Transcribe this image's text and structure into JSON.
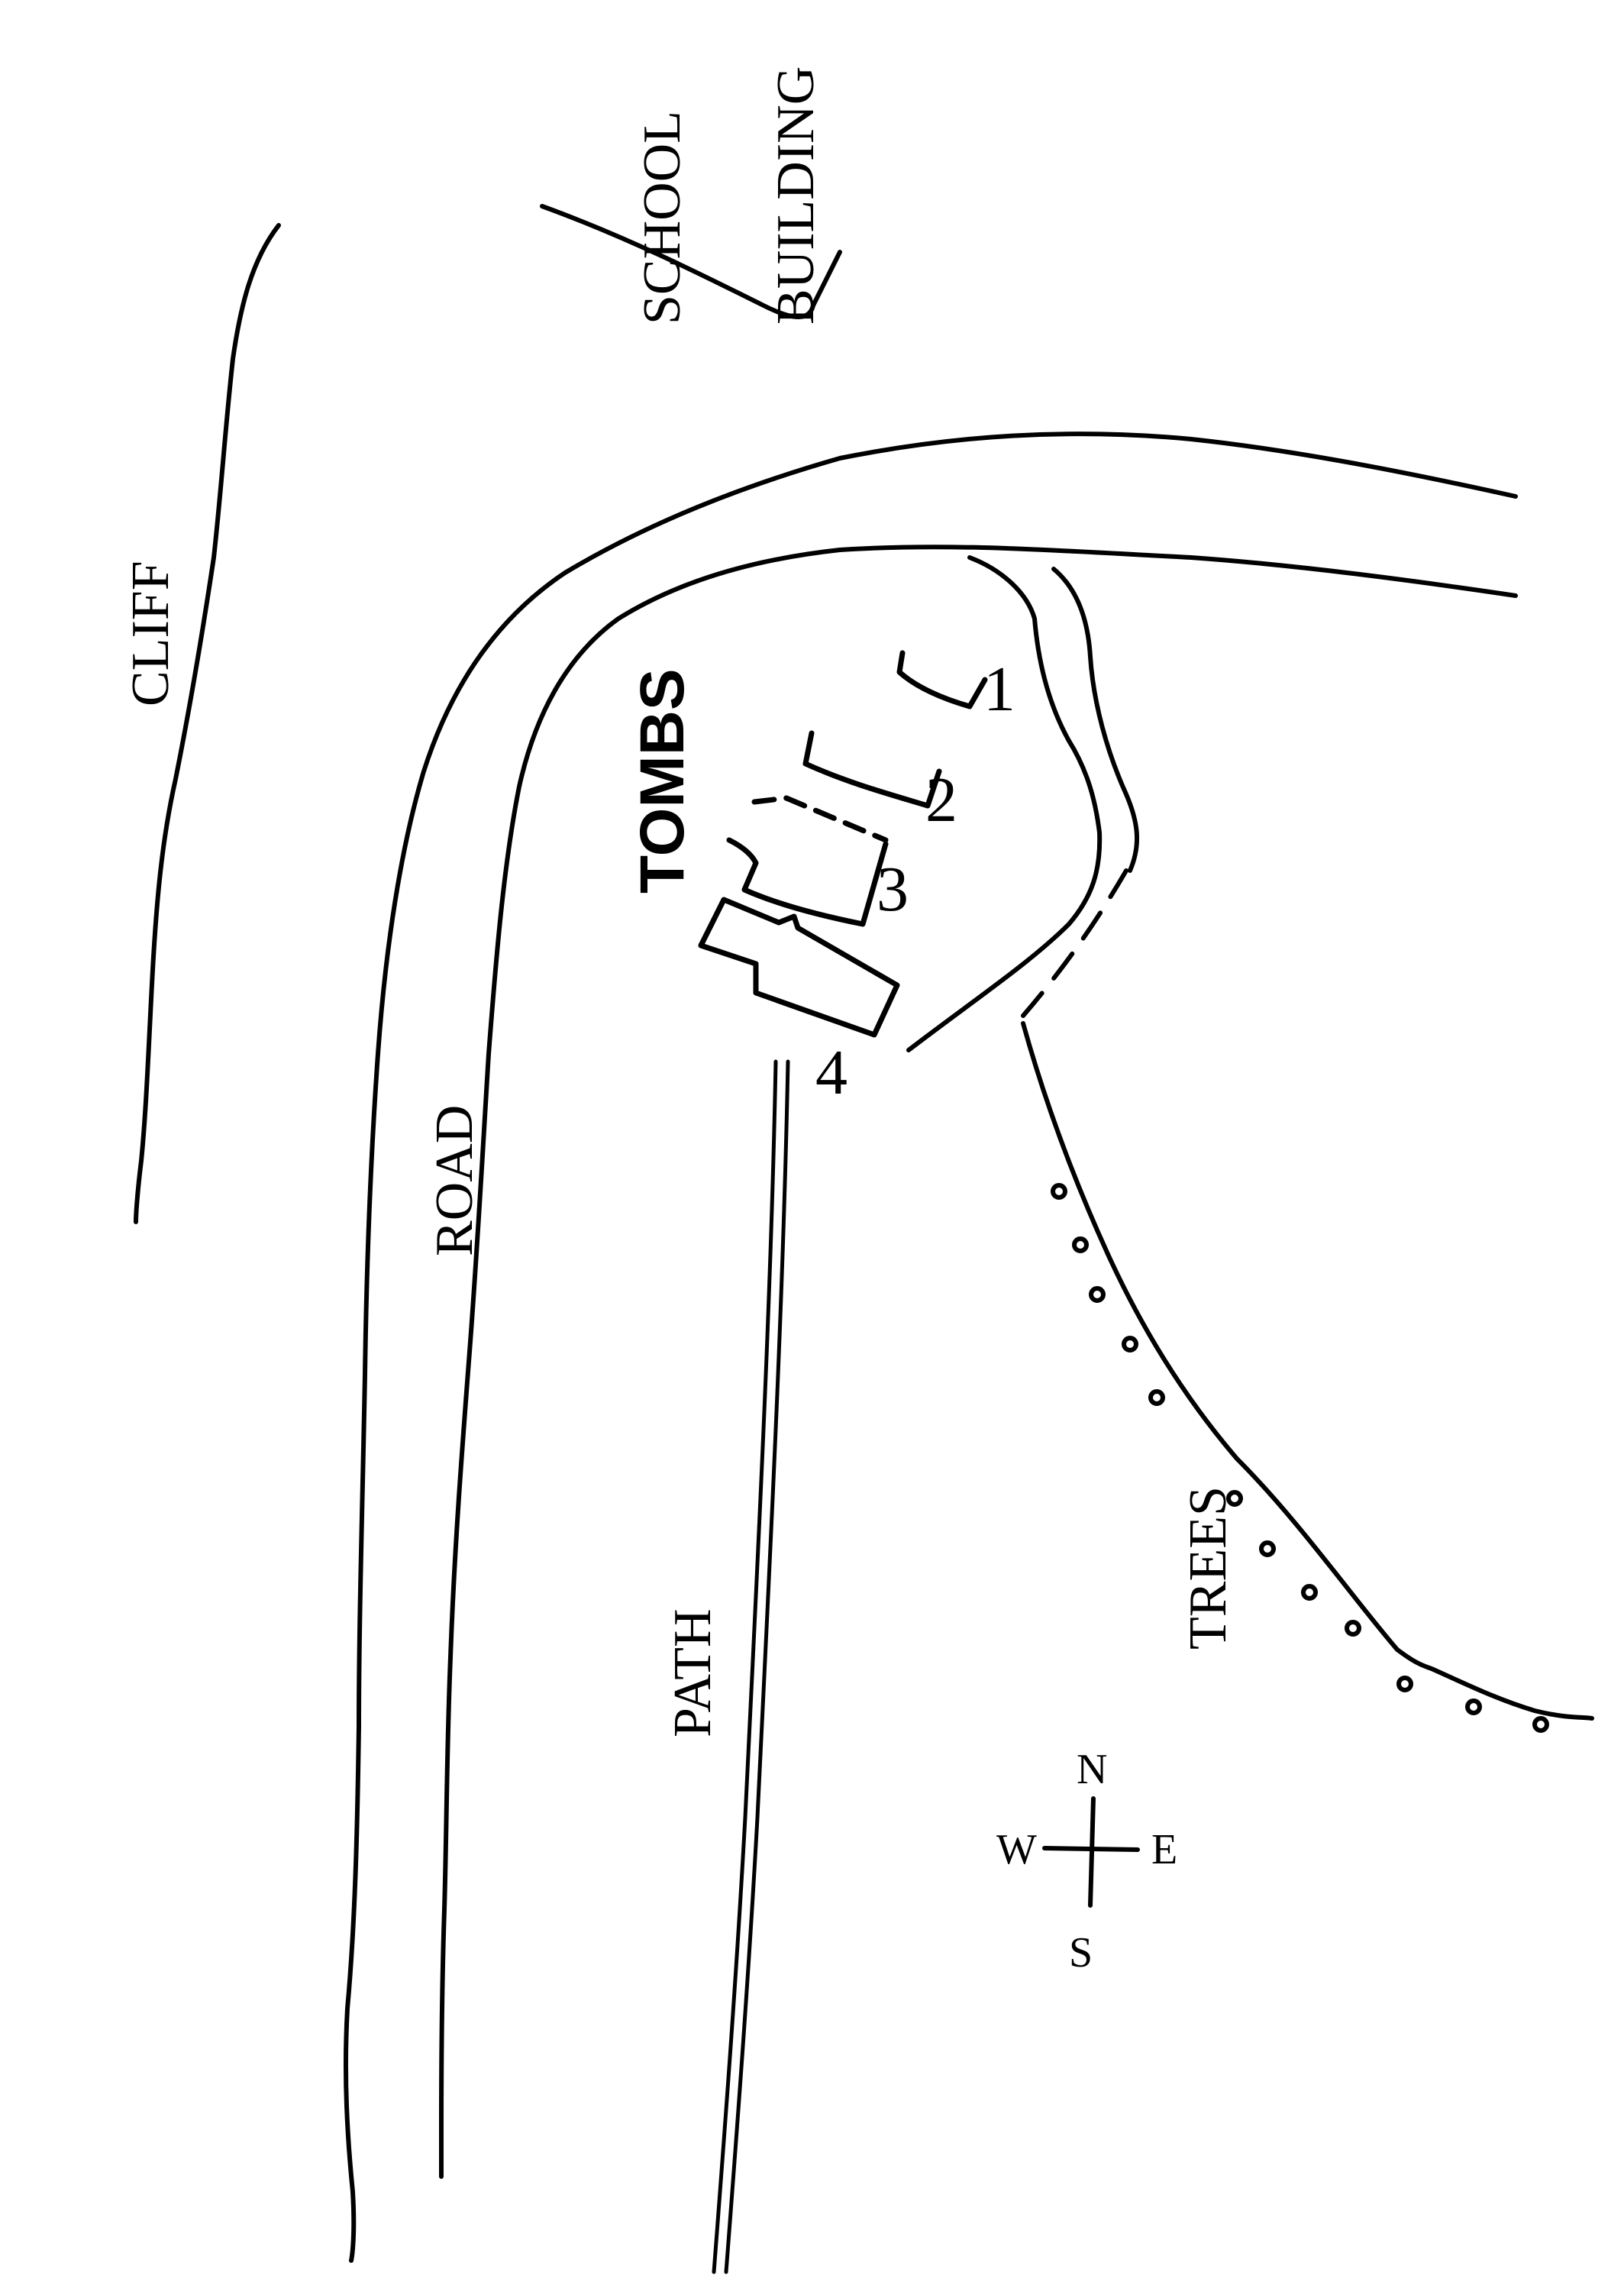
{
  "labels": {
    "school": "SCHOOL",
    "building": "BUILDING",
    "cliff": "CLIFF",
    "tombs": "TOMBS",
    "road": "ROAD",
    "path": "PATH",
    "trees": "TREES"
  },
  "tomb_numbers": [
    "1",
    "2",
    "3",
    "4"
  ],
  "compass": {
    "north": "N",
    "south": "S",
    "east": "E",
    "west": "W"
  }
}
